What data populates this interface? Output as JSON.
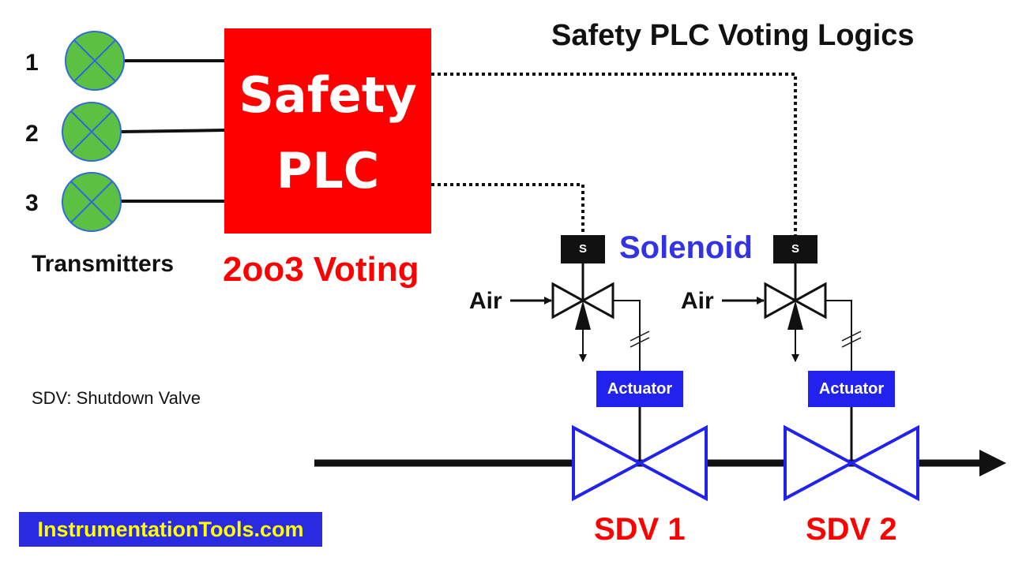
{
  "title": "Safety PLC Voting Logics",
  "plc": {
    "line1": "Safety",
    "line2": "PLC",
    "voting": "2oo3 Voting"
  },
  "transmitters": {
    "labels": [
      "1",
      "2",
      "3"
    ],
    "caption": "Transmitters"
  },
  "solenoid": {
    "label": "Solenoid",
    "box_text": "S"
  },
  "air_label": "Air",
  "actuator_label": "Actuator",
  "valves": [
    "SDV 1",
    "SDV 2"
  ],
  "legend": "SDV: Shutdown Valve",
  "watermark": "InstrumentationTools.com",
  "colors": {
    "plc": "#ff0000",
    "transmitter": "#5cc142",
    "valve_blue": "#2222ee",
    "solenoid_text": "#3333e6",
    "watermark_bg": "#2a2ae0",
    "watermark_text": "#ffff00"
  }
}
